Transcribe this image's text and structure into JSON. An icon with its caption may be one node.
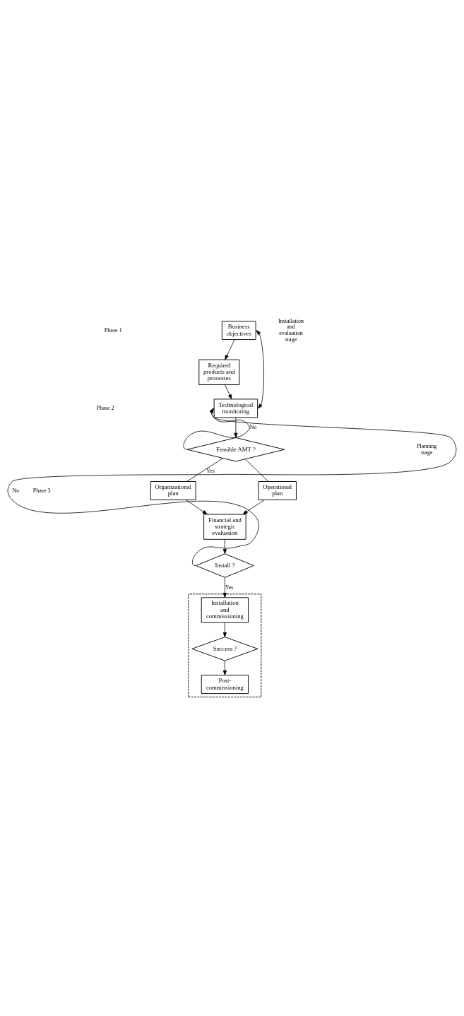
{
  "diagram": {
    "nodes": [
      {
        "text": [
          "Business objectives"
        ]
      },
      {
        "text": [
          "Required products and processes"
        ]
      },
      {
        "text": [
          "Technological monitoring"
        ]
      },
      {
        "text": [
          "Feasible AMT ?"
        ]
      },
      {
        "text": [
          "Organizational plan"
        ]
      },
      {
        "text": [
          "Operational plan"
        ]
      },
      {
        "text": [
          "Financial and strategic evaluation"
        ]
      },
      {
        "text": [
          "Install ?"
        ]
      },
      {
        "text": [],
        "shape": "box"
      },
      {
        "text": [
          "Installation and commissioning"
        ],
        "in": 8
      },
      {
        "text": [
          "Success ?"
        ],
        "in": 8
      },
      {
        "text": [
          "Post-commissioning"
        ],
        "in": 8
      }
    ],
    "edges": [
      {
        "from": 0,
        "to": 1,
        "arrow": "to"
      },
      {
        "from": 1,
        "to": 2,
        "arrow": "to"
      },
      {
        "from": 0,
        "to": 2,
        "arrow": "both"
      },
      {
        "from": 2,
        "to": 3,
        "arrow": "to"
      },
      {
        "from": 3,
        "to": 2,
        "arrow": "to",
        "label": "No"
      },
      {
        "from": 3,
        "to": 4,
        "arrow": "none",
        "label": "Yes"
      },
      {
        "from": 3,
        "to": 5,
        "arrow": "none"
      },
      {
        "from": 4,
        "to": 6,
        "arrow": "to"
      },
      {
        "from": 5,
        "to": 6,
        "arrow": "to"
      },
      {
        "from": 6,
        "to": 7,
        "arrow": "to"
      },
      {
        "from": 7,
        "to": 2,
        "arrow": "to",
        "label": "No"
      },
      {
        "from": 7,
        "to": 9,
        "arrow": "to",
        "label": "Yes"
      },
      {
        "from": 9,
        "to": 10,
        "arrow": "to"
      },
      {
        "from": 10,
        "to": 11,
        "arrow": "to"
      }
    ],
    "labels": [
      "Phase 1",
      "Phase 2",
      "Phase 3",
      "Planning stage",
      "Installation and evaluation stage"
    ]
  }
}
